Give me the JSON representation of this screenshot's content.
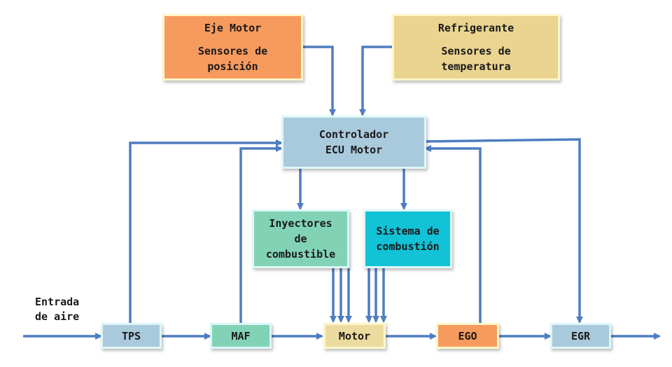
{
  "colors": {
    "arrow": "#4f7dbf",
    "orange": "#f79a5e",
    "sand": "#ead48f",
    "lightblue": "#a9c9dc",
    "green": "#82d3b6",
    "cyan": "#12c2d6",
    "motor": "#ecdb9e"
  },
  "nodes": {
    "eje_motor": {
      "title": "Eje Motor",
      "line1": "Sensores de",
      "line2": "posición"
    },
    "refrigerante": {
      "title": "Refrigerante",
      "line1": "Sensores de",
      "line2": "temperatura"
    },
    "controlador": {
      "line1": "Controlador",
      "line2": "ECU Motor"
    },
    "inyectores": {
      "line1": "Inyectores",
      "line2": "de",
      "line3": "combustible"
    },
    "sistema": {
      "line1": "Sistema de",
      "line2": "combustión"
    },
    "tps": {
      "label": "TPS"
    },
    "maf": {
      "label": "MAF"
    },
    "motor": {
      "label": "Motor"
    },
    "ego": {
      "label": "EGO"
    },
    "egr": {
      "label": "EGR"
    }
  },
  "input_label": {
    "line1": "Entrada",
    "line2": "de aire"
  }
}
